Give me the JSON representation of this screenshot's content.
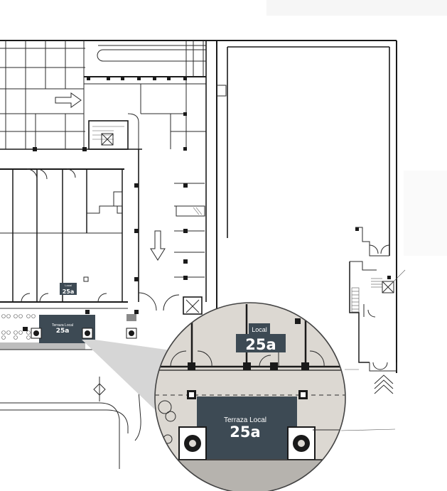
{
  "plan": {
    "colors": {
      "wall": "#1a1a1a",
      "label_bg": "#3d4a54",
      "zoom_bg": "#dcd8d2",
      "callout_gray": "#d6d6d6",
      "terrace_hatch": "#bdbdbd"
    },
    "labels": {
      "local_small_caption": "Local",
      "local_small_number": "25a",
      "terraza_small_caption": "Terraza Local",
      "terraza_small_number": "25a"
    },
    "zoom": {
      "local_caption": "Local",
      "local_number": "25a",
      "terraza_caption": "Terraza Local",
      "terraza_number": "25a"
    },
    "icons": [
      "arrow-right-icon",
      "arrow-down-icon",
      "stair-icon",
      "planter-icon",
      "emergency-exit-chevrons-icon"
    ]
  }
}
